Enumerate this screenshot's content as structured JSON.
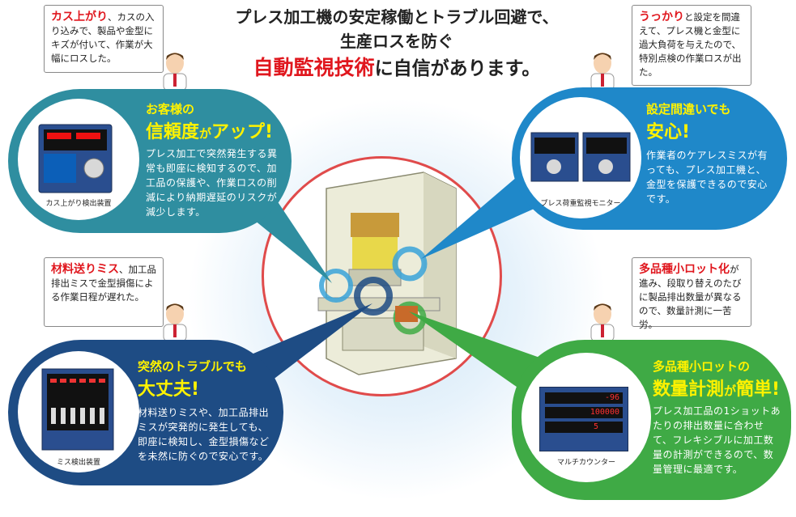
{
  "headline": {
    "line1": "プレス加工機の安定稼働とトラブル回避で、",
    "line2": "生産ロスを防ぐ",
    "line3_emph": "自動監視技術",
    "line3_rest": "に自信があります。"
  },
  "concerns": {
    "top_left": {
      "emph": "カス上がり",
      "text": "、カスの入り込みで、製品や金型にキズが付いて、作業が大幅にロスした。"
    },
    "top_right": {
      "emph": "うっかり",
      "text": "と設定を間違えて、プレス機と金型に過大負荷を与えたので、特別点検の作業ロスが出た。"
    },
    "bottom_left": {
      "emph": "材料送りミス",
      "text": "、加工品排出ミスで金型損傷による作業日程が遅れた。"
    },
    "bottom_right": {
      "emph": "多品種小ロット化",
      "text": "が進み、段取り替えのたびに製品排出数量が異なるので、数量計測に一苦労。"
    }
  },
  "solutions": {
    "top_left": {
      "title1": "お客様の",
      "title2_main": "信頼度",
      "title2_small": "が",
      "title2_end": "アップ!",
      "body": "プレス加工で突然発生する異常も即座に検知するので、加工品の保護や、作業ロスの削減により納期遅延のリスクが減少します。",
      "device": "カス上がり検出装置",
      "color": "#2f8ea0"
    },
    "top_right": {
      "title1": "設定間違いでも",
      "title2_main": "安心!",
      "body": "作業者のケアレスミスが有っても、プレス加工機と、金型を保護できるので安心です。",
      "device": "プレス荷重監視モニター",
      "color": "#1f88c9"
    },
    "bottom_left": {
      "title1": "突然のトラブルでも",
      "title2_main": "大丈夫!",
      "body": "材料送りミスや、加工品排出ミスが突発的に発生しても、即座に検知し、金型損傷などを未然に防ぐので安心です。",
      "device": "ミス検出装置",
      "color": "#1e4c84"
    },
    "bottom_right": {
      "title1": "多品種小ロットの",
      "title2_main": "数量計測",
      "title2_small": "が",
      "title2_end": "簡単!",
      "body": "プレス加工品の1ショットあたりの排出数量に合わせて、フレキシブルに加工数量の計測ができるので、数量管理に最適です。",
      "device": "マルチカウンター",
      "color": "#3faa45"
    }
  },
  "device_displays": {
    "counter_top": "-96",
    "counter_main": "100000",
    "counter_sub": "5"
  }
}
